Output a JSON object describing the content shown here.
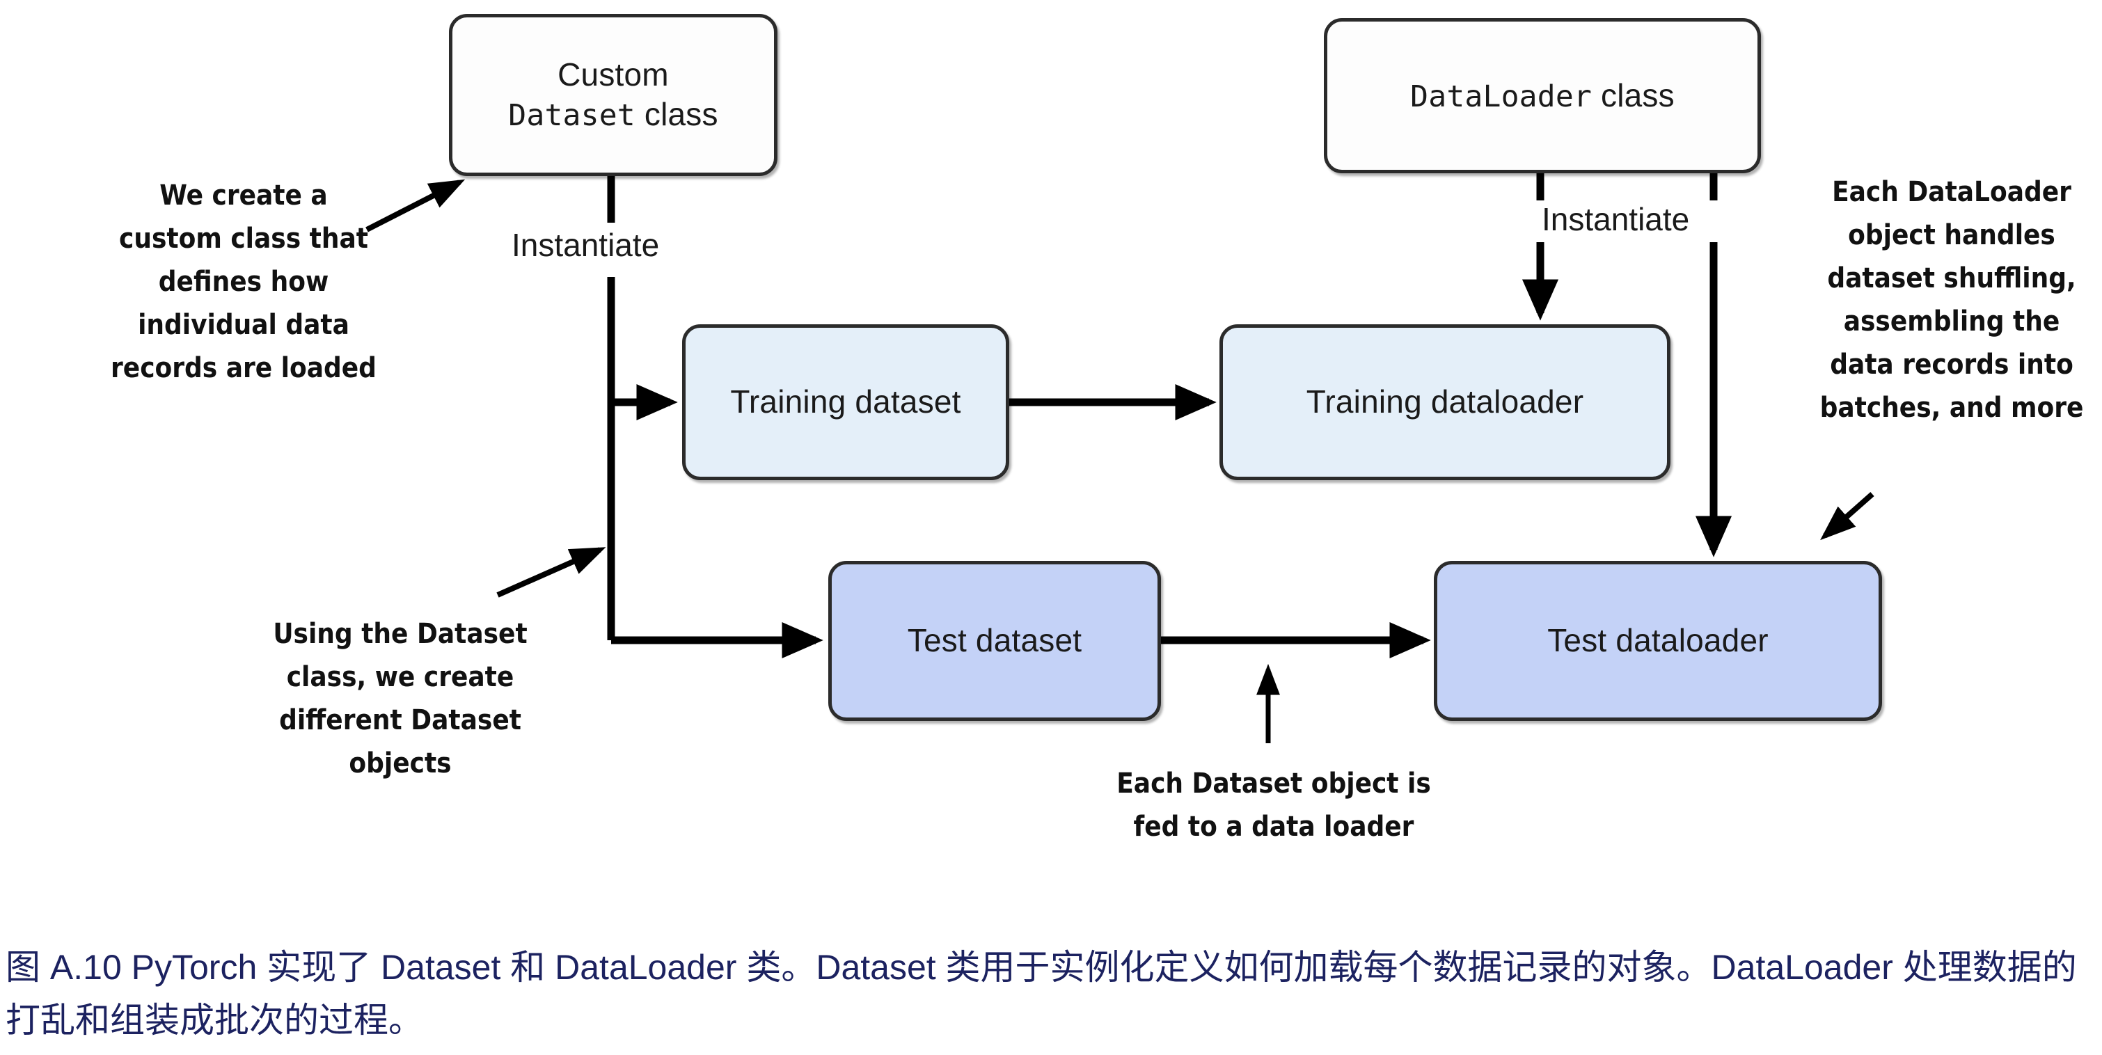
{
  "diagram": {
    "nodes": {
      "custom_dataset": {
        "line1": "Custom",
        "line2_mono": "Dataset",
        "line2_tail": " class"
      },
      "dataloader": {
        "mono": "DataLoader",
        "tail": " class"
      },
      "training_dataset": {
        "label": "Training dataset"
      },
      "training_dataloader": {
        "label": "Training dataloader"
      },
      "test_dataset": {
        "label": "Test dataset"
      },
      "test_dataloader": {
        "label": "Test dataloader"
      }
    },
    "flow_labels": {
      "instantiate_left": "Instantiate",
      "instantiate_right": "Instantiate"
    },
    "annotations": {
      "create_class": "We create a\ncustom class that\ndefines how\nindividual data\nrecords are loaded",
      "using_dataset": "Using the Dataset\nclass, we create\ndifferent Dataset\nobjects",
      "dataloader_job": "Each DataLoader\nobject handles\ndataset shuffling,\nassembling the\ndata records into\nbatches, and more",
      "fed_to_loader": "Each Dataset object is\nfed to a data loader"
    },
    "colors": {
      "box_white": "#fdfdfd",
      "box_light_blue": "#e4eff9",
      "box_mid_blue": "#c4d2f7",
      "border": "#2b2b2b",
      "arrow": "#000000",
      "caption_text": "#1c2260"
    }
  },
  "caption": {
    "text": "图 A.10 PyTorch 实现了 Dataset 和 DataLoader 类。Dataset 类用于实例化定义如何加载每个数据记录的对象。DataLoader 处理数据的打乱和组装成批次的过程。"
  }
}
